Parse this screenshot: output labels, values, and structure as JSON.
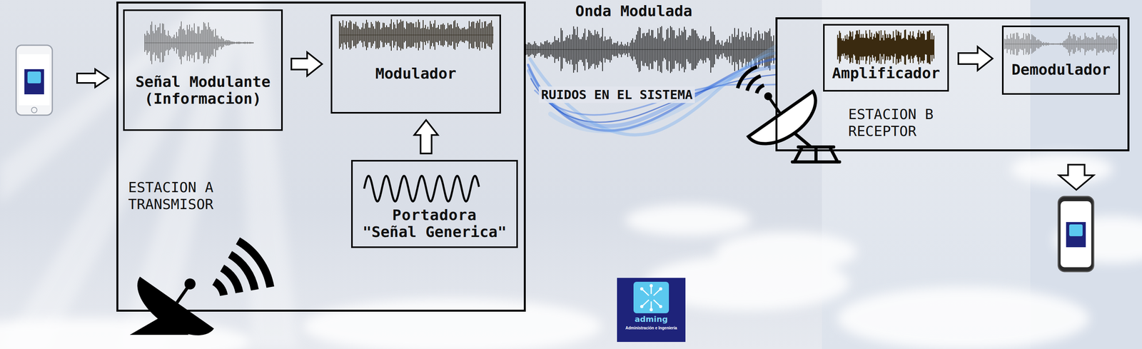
{
  "diagram": {
    "nodes": [
      {
        "text": [
          "ESTACION A TRANSMISOR"
        ]
      },
      {
        "text": [
          "Señal Modulante (Informacion)"
        ],
        "in": 0
      },
      {
        "text": [
          "Modulador"
        ],
        "in": 0
      },
      {
        "text": [
          "Portadora \"Señal Generica\""
        ],
        "in": 0
      },
      {
        "text": [
          "ESTACION B RECEPTOR"
        ]
      },
      {
        "text": [
          "Amplificador"
        ],
        "in": 4
      },
      {
        "text": [
          "Demodulador"
        ],
        "in": 4
      }
    ],
    "edges": [
      {
        "from": 1,
        "to": 2,
        "arrow": "to"
      },
      {
        "from": 3,
        "to": 2,
        "arrow": "to"
      },
      {
        "from": 5,
        "to": 6,
        "arrow": "to"
      }
    ],
    "labels": [
      "Onda Modulada",
      "RUIDOS EN EL SISTEMA",
      "adming",
      "Administración e Ingeniería"
    ]
  }
}
